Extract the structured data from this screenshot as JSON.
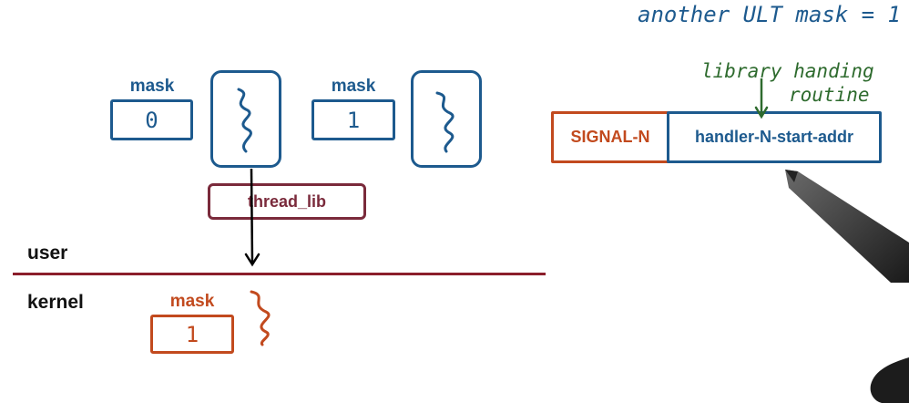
{
  "top_note": "another ULT mask = 1",
  "user_threads": [
    {
      "mask_label": "mask",
      "mask_value": "0"
    },
    {
      "mask_label": "mask",
      "mask_value": "1"
    }
  ],
  "thread_lib": {
    "label": "thread_lib"
  },
  "divider": {
    "user_label": "user",
    "kernel_label": "kernel"
  },
  "kernel_thread": {
    "mask_label": "mask",
    "mask_value": "1"
  },
  "signal_table": {
    "signal_label": "SIGNAL-N",
    "handler_label": "handler-N-start-addr",
    "annotation_line1": "library handing",
    "annotation_line2": "routine"
  },
  "colors": {
    "user_blue": "#1d5a8e",
    "kernel_orange": "#c24a1e",
    "thread_lib_maroon": "#7a2a3b",
    "annotation_green": "#2e6b2e",
    "divider": "#8b1e2b"
  }
}
